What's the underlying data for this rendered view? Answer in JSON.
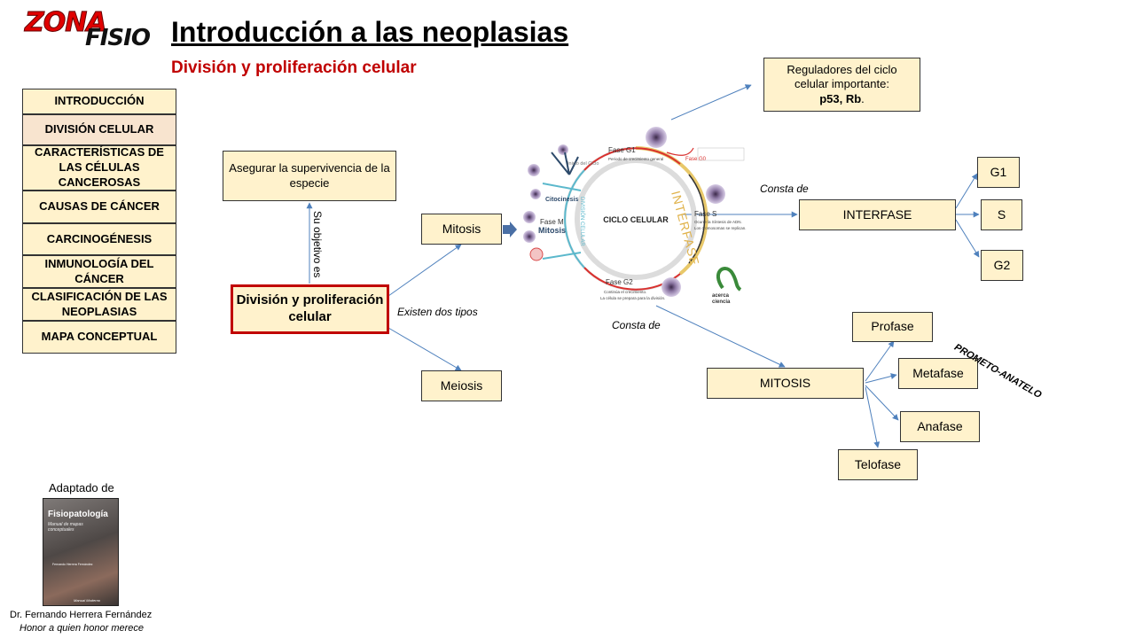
{
  "logo": {
    "word1": "ZONA",
    "word2": "FISIO"
  },
  "header": {
    "title": "Introducción a las neoplasias",
    "subtitle": "División y proliferación celular"
  },
  "nav": [
    {
      "label": "INTRODUCCIÓN"
    },
    {
      "label": "DIVISIÓN CELULAR"
    },
    {
      "label": "CARACTERÍSTICAS DE LAS CÉLULAS CANCEROSAS"
    },
    {
      "label": "CAUSAS DE CÁNCER"
    },
    {
      "label": "CARCINOGÉNESIS"
    },
    {
      "label": "INMUNOLOGÍA DEL CÁNCER"
    },
    {
      "label": "CLASIFICACIÓN DE LAS NEOPLASIAS"
    },
    {
      "label": "MAPA CONCEPTUAL"
    }
  ],
  "diagram": {
    "main": "División y proliferación celular",
    "purpose": "Asegurar la supervivencia de la especie",
    "purpose_label": "Su objetivo es",
    "types_label": "Existen dos tipos",
    "mitosis": "Mitosis",
    "meiosis": "Meiosis",
    "regulators_line1": "Reguladores del ciclo celular importante:",
    "regulators_bold": "p53, Rb",
    "regulators_end": ".",
    "consta_de_1": "Consta de",
    "interfase": "INTERFASE",
    "g1": "G1",
    "s": "S",
    "g2": "G2",
    "consta_de_2": "Consta de",
    "mitosis_caps": "MITOSIS",
    "profase": "Profase",
    "metafase": "Metafase",
    "anafase": "Anafase",
    "telofase": "Telofase",
    "mnemonic": "PROMETO-ANATELO"
  },
  "cycle": {
    "center": "CICLO CELULAR",
    "interfase_arc": "INTERFASE",
    "division_arc": "DIVISIÓN CELULAR",
    "g1_title": "Fase G1",
    "g1_desc": "Periodo de crecimiento general",
    "g0": "Fase G0",
    "inicio": "Inicio del Ciclo",
    "citocinesis": "Citocinesis",
    "m_title": "Fase M",
    "m_sub": "Mitosis",
    "s_title": "Fase S",
    "s_desc1": "Ocurre la Síntesis de ADN.",
    "s_desc2": "Los cromosomas se replican.",
    "g2_title": "Fase G2",
    "g2_desc1": "Continúa el crecimiento.",
    "g2_desc2": "La célula se prepara para la división.",
    "brand1": "acerca",
    "brand2": "ciencia"
  },
  "book": {
    "adapted": "Adaptado de",
    "title": "Fisiopatología",
    "subtitle": "Manual de mapas conceptuales",
    "author_small": "Fernando Herrera Fernández",
    "publisher": "Manual Moderno",
    "author": "Dr. Fernando Herrera Fernández",
    "motto": "Honor a quien honor merece"
  },
  "colors": {
    "box_fill": "#fff2cc",
    "accent_red": "#c00000",
    "line_blue": "#4f81bd",
    "nav_active": "#f8e4cf"
  }
}
